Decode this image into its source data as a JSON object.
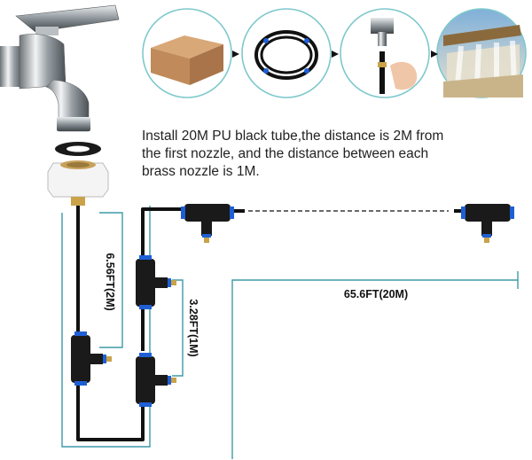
{
  "instruction": {
    "lines": [
      "Install 20M PU black tube,the distance is 2M from",
      "the first nozzle, and the distance between each",
      "brass nozzle is 1M."
    ]
  },
  "dimensions": {
    "first_nozzle_distance": "6.56FT(2M)",
    "nozzle_spacing": "3.28FT(1M)",
    "total_tube_length": "65.6FT(20M)"
  },
  "process_steps": [
    {
      "icon": "cardboard-box-icon"
    },
    {
      "icon": "coiled-tube-icon"
    },
    {
      "icon": "hand-nozzle-icon"
    },
    {
      "icon": "misting-patio-icon"
    }
  ],
  "colors": {
    "tube": "#111111",
    "fitting_accent": "#1e5fd6",
    "guide_line": "#3d9aa8",
    "circle_border": "#7fc8cc",
    "brass": "#c9a24a"
  }
}
